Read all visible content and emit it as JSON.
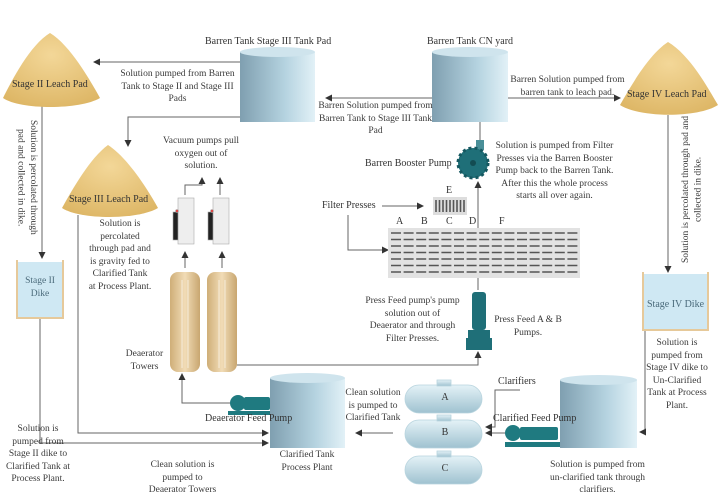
{
  "labels": {
    "barren_tank_stage3": "Barren Tank Stage III Tank Pad",
    "barren_tank_cn": "Barren Tank CN yard",
    "stage2_leach_pad": "Stage II Leach Pad",
    "stage3_leach_pad": "Stage III Leach Pad",
    "stage4_leach_pad": "Stage IV Leach Pad",
    "stage2_dike": "Stage II Dike",
    "stage4_dike": "Stage IV Dike",
    "barren_booster_pump": "Barren Booster Pump",
    "filter_presses": "Filter Presses",
    "filter_units": [
      "A",
      "B",
      "C",
      "D",
      "F"
    ],
    "filter_e": "E",
    "deaerator_towers": "Deaerator Towers",
    "deaerator_feed_pump": "Deaerator Feed Pump",
    "press_feed_pumps": "Press Feed A & B Pumps.",
    "clarifiers": "Clarifiers",
    "clarifier_units": [
      "A",
      "B",
      "C"
    ],
    "clarified_feed_pump": "Clarified Feed Pump",
    "clarified_tank": "Clarified Tank Process Plant"
  },
  "notes": {
    "barren_to_pads": "Solution pumped from Barren Tank to Stage II and Stage III Pads",
    "barren_to_stage3": "Barren Solution pumped from Barren Tank to Stage III Tank Pad",
    "barren_to_leach": "Barren Solution pumped from barren tank to leach pad.",
    "stage2_percolate": "Solution is percolated through pad and collected in dike.",
    "stage4_percolate": "Solution is percolated through pad and collected in dike.",
    "stage3_percolate": "Solution is percolated through pad and is gravity fed to Clarified Tank at Process Plant.",
    "vacuum_pumps": "Vacuum pumps pull oxygen out of solution.",
    "booster_note": "Solution is pumped from Filter Presses via the Barren Booster Pump back to the Barren Tank. After this the whole process starts all over again.",
    "press_feed_note": "Press Feed pump's pump solution out of Deaerator and through Filter Presses.",
    "stage4_dike_note": "Solution is pumped from Stage IV dike to Un-Clarified Tank at Process Plant.",
    "clean_to_clarified": "Clean solution is pumped to Clarified Tank",
    "unclarified_note": "Solution is pumped from un-clarified tank through clarifiers.",
    "clean_to_deaerator": "Clean solution is pumped to Deaerator Towers",
    "stage2_dike_note": "Solution is pumped from Stage II dike to Clarified Tank at Process Plant."
  },
  "colors": {
    "pad": "#e6c276",
    "tank": "#a9cad8",
    "dike": "#cfe8f3",
    "pump": "#1f6f78",
    "tower": "#e3c9a0",
    "line": "#555555"
  }
}
